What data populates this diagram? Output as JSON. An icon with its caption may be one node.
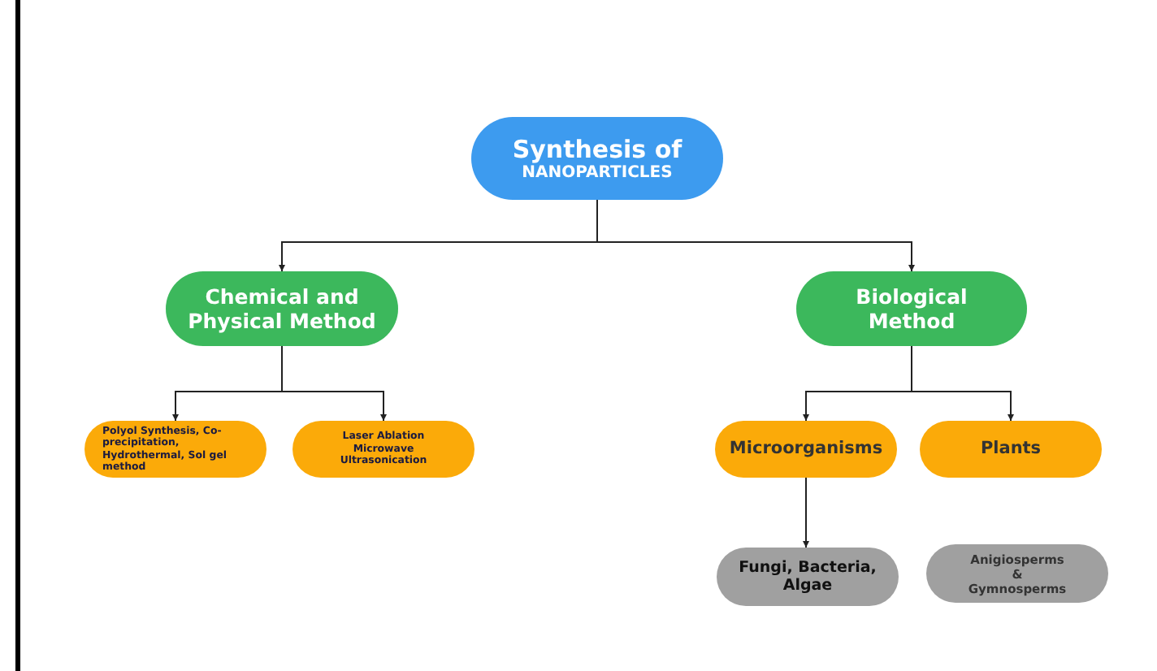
{
  "diagram": {
    "nodes": [
      {
        "text": [
          "Synthesis of",
          "NANOPARTICLES"
        ]
      },
      {
        "text": [
          "Chemical and Physical Method"
        ]
      },
      {
        "text": [
          "Biological Method"
        ]
      },
      {
        "text": [
          "Polyol Synthesis, Co-precipitation, Hydrothermal, Sol gel method"
        ]
      },
      {
        "text": [
          "Laser Ablation Microwave Ultrasonication"
        ]
      },
      {
        "text": [
          "Microorganisms"
        ]
      },
      {
        "text": [
          "Plants"
        ]
      },
      {
        "text": [
          "Fungi, Bacteria, Algae"
        ]
      },
      {
        "text": [
          "Anigiosperms & Gymnosperms"
        ]
      }
    ],
    "edges": [
      {
        "from": 0,
        "to": 1,
        "arrow": "to"
      },
      {
        "from": 0,
        "to": 2,
        "arrow": "to"
      },
      {
        "from": 1,
        "to": 3,
        "arrow": "to"
      },
      {
        "from": 1,
        "to": 4,
        "arrow": "to"
      },
      {
        "from": 2,
        "to": 5,
        "arrow": "to"
      },
      {
        "from": 2,
        "to": 6,
        "arrow": "to"
      },
      {
        "from": 5,
        "to": 7,
        "arrow": "to"
      }
    ]
  }
}
